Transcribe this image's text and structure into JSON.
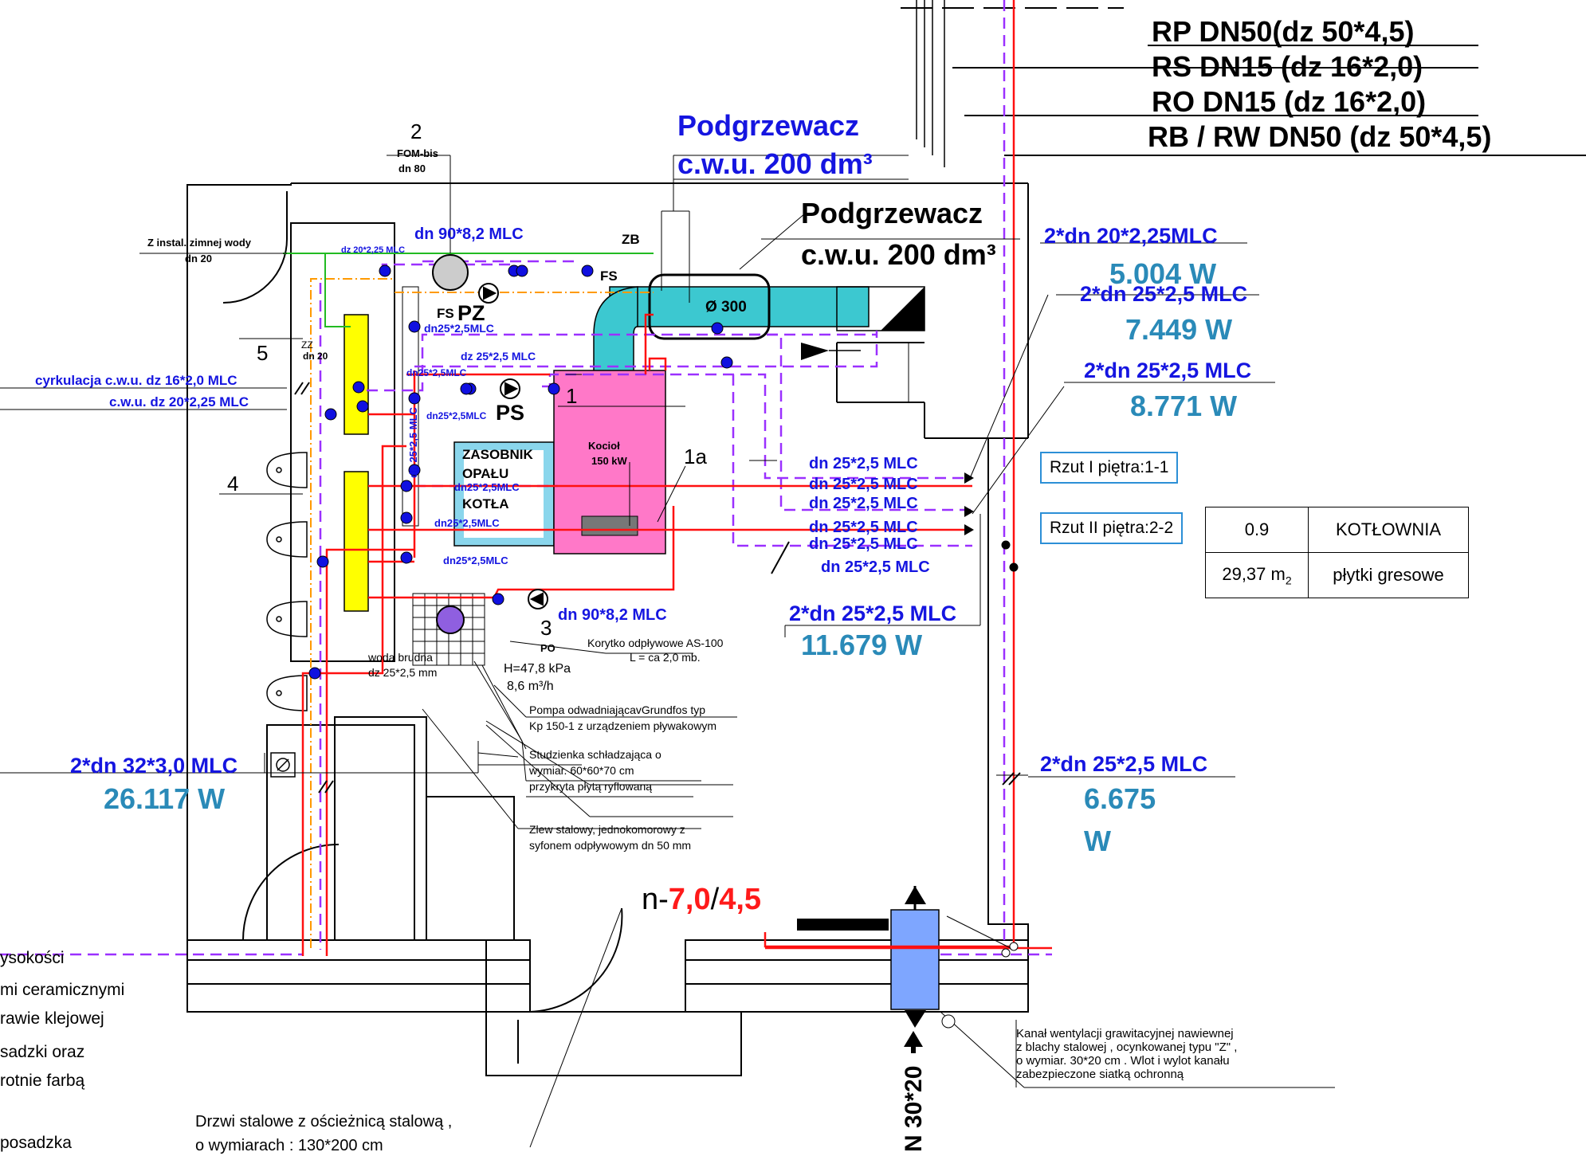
{
  "header_lines": {
    "rp": "RP DN50(dz 50*4,5)",
    "rs": "RS DN15  (dz 16*2,0)",
    "ro": "RO DN15 (dz 16*2,0)",
    "rb": "RB / RW   DN50  (dz 50*4,5)"
  },
  "heater": {
    "title_line1": "Podgrzewacz",
    "title_line2": "c.w.u. 200 dm³",
    "diameter": "Ø 300"
  },
  "left_labels": {
    "fom_number": "2",
    "fom_name": "FOM-bis",
    "fom_dn": "dn 80",
    "cold_water": "Z  instal. zimnej wody",
    "cold_water_dn": "dn 20",
    "zz": "ZZ",
    "zz_dn": "dn 20",
    "circulation": "cyrkulacja c.w.u. dz 16*2,0 MLC",
    "hot_water": "c.w.u. dz 20*2,25 MLC",
    "n5": "5",
    "n4": "4",
    "pipe_32": "2*dn 32*3,0 MLC",
    "power_26117": "26.117 W"
  },
  "pipes": {
    "top_main": "dn 90*8,2 MLC",
    "dz20_small": "dz 20*2,25 MLC",
    "dn25_mlc_a": "dn25*2,5MLC",
    "dn25_b": "dz 25*2,5 MLC",
    "dn25_c": "dn25*2,5MLC",
    "dn25_d": "dn25*2,5MLC",
    "dn25_e": "dn25*2,5MLC",
    "dn25_f": "dn25*2,5MLC",
    "dn25_vert": "dn 25*2,5 MLC",
    "bottom_main": "dn 90*8,2 MLC",
    "right_1": "dn 25*2,5 MLC",
    "right_2": "dn 25*2,5 MLC",
    "right_3": "dn 25*2,5 MLC",
    "right_4": "dn 25*2,5 MLC",
    "right_5": "dn 25*2,5 MLC",
    "right_6": "dn 25*2,5 MLC"
  },
  "symbols": {
    "zb": "ZB",
    "fs1": "FS",
    "fs2": "FS",
    "pz": "PZ",
    "ps": "PS",
    "po": "PO",
    "n1": "1",
    "n1a": "1a",
    "n3": "3"
  },
  "boiler": {
    "name": "Kocioł",
    "power": "150 kW"
  },
  "storage": {
    "line1": "ZASOBNIK",
    "line2": "OPAŁU",
    "line3": "KOTŁA"
  },
  "circuits": [
    {
      "pipe": "2*dn 20*2,25MLC",
      "power": "5.004 W"
    },
    {
      "pipe": "2*dn 25*2,5 MLC",
      "power": "7.449 W"
    },
    {
      "pipe": "2*dn 25*2,5 MLC",
      "power": "8.771 W"
    },
    {
      "pipe": "2*dn 25*2,5 MLC",
      "power": "11.679 W"
    },
    {
      "pipe": "2*dn 25*2,5 MLC",
      "power_line1": "6.675",
      "power_line2": "W"
    }
  ],
  "floor_refs": {
    "floor1": "Rzut  I piętra:1-1",
    "floor2": "Rzut II piętra:2-2"
  },
  "room_table": {
    "number": "0.9",
    "name": "KOTŁOWNIA",
    "area_value": "29,37 m",
    "area_unit_sub": "2",
    "floor": "płytki gresowe"
  },
  "annotations": {
    "trough": "Korytko odpływowe AS-100",
    "trough_len": "L = ca 2,0 mb.",
    "dirty_water": "woda brudna",
    "dirty_dn": "dz 25*2,5 mm",
    "pump_h": "H=47,8 kPa",
    "pump_q": "8,6 m³/h",
    "pump_desc1": "Pompa odwadniającavGrundfos typ",
    "pump_desc2": "Kp 150-1 z urządzeniem pływakowym",
    "well1": "Studzienka schładzająca o",
    "well2": "wymiar. 60*60*70 cm",
    "well3": "przykryta płytą ryflowaną",
    "sink1": "Zlew stalowy, jednokomorowy z",
    "sink2": "syfonem odpływowym dn 50 mm",
    "vent1": "Kanał wentylacji grawitacyjnej nawiewnej",
    "vent2": "z blachy stalowej , ocynkowanej typu \"Z\" ,",
    "vent3": "o wymiar. 30*20 cm . Wlot i wylot kanału",
    "vent4": "zabezpieczone siatką ochronną",
    "door1": "Drzwi stalowe z ościeżnicą stalową ,",
    "door2": "o wymiarach : 130*200 cm",
    "n_prefix": "n-",
    "n_a": "7,0",
    "n_sep": "/",
    "n_b": "4,5",
    "n_vent": "N 30*20"
  },
  "left_cut_text": {
    "l1": "ysokości",
    "l2": "mi ceramicznymi",
    "l3": "rawie klejowej",
    "l4": "sadzki oraz",
    "l5": "rotnie farbą",
    "l6": "posadzka"
  }
}
